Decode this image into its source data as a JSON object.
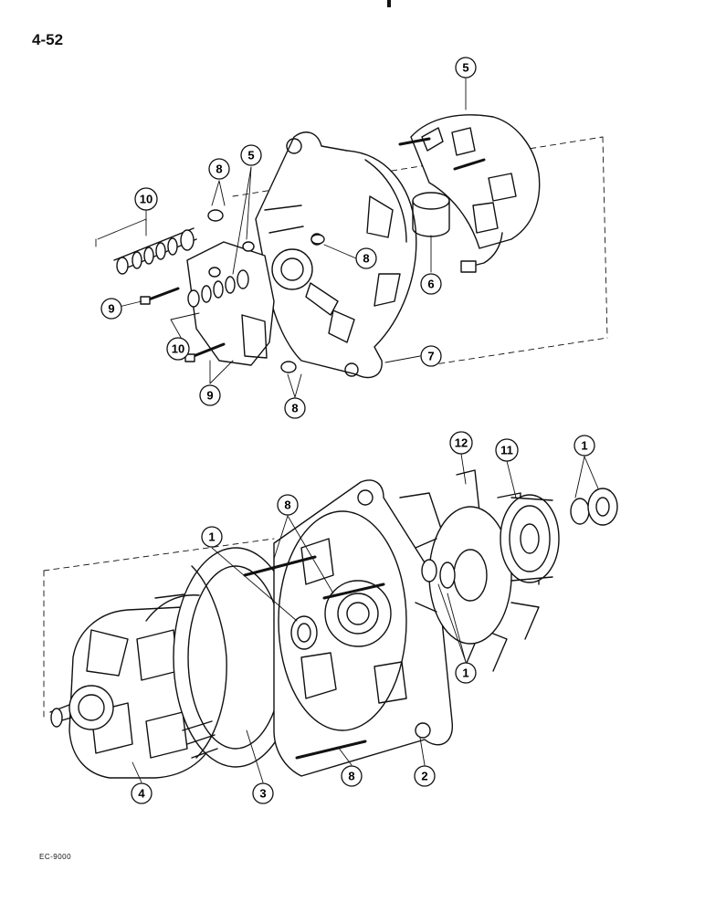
{
  "page": {
    "page_number": "4-52",
    "figure_code": "EC-9000"
  },
  "callouts": {
    "upper": [
      {
        "label": "5"
      },
      {
        "label": "8"
      },
      {
        "label": "5"
      },
      {
        "label": "10"
      },
      {
        "label": "8"
      },
      {
        "label": "6"
      },
      {
        "label": "9"
      },
      {
        "label": "10"
      },
      {
        "label": "7"
      },
      {
        "label": "9"
      },
      {
        "label": "8"
      }
    ],
    "lower": [
      {
        "label": "12"
      },
      {
        "label": "11"
      },
      {
        "label": "1"
      },
      {
        "label": "8"
      },
      {
        "label": "1"
      },
      {
        "label": "1"
      },
      {
        "label": "4"
      },
      {
        "label": "3"
      },
      {
        "label": "8"
      },
      {
        "label": "2"
      }
    ]
  }
}
